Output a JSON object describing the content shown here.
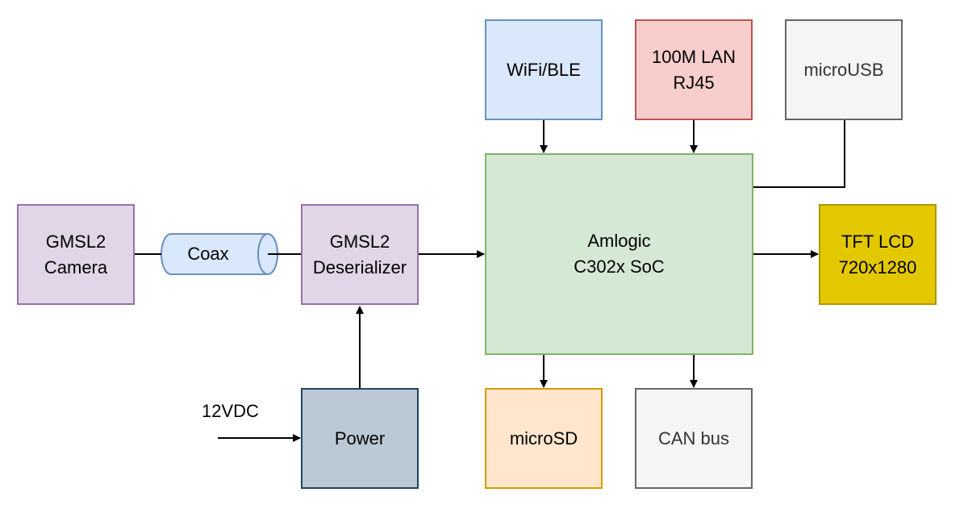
{
  "blocks": {
    "camera": [
      "GMSL2",
      "Camera"
    ],
    "coax": "Coax",
    "deserializer": [
      "GMSL2",
      "Deserializer"
    ],
    "power": "Power",
    "power_input": "12VDC",
    "wifi": "WiFi/BLE",
    "lan": [
      "100M LAN",
      "RJ45"
    ],
    "microusb": "microUSB",
    "soc": [
      "Amlogic",
      "C302x SoC"
    ],
    "lcd": [
      "TFT LCD",
      "720x1280"
    ],
    "microsd": "microSD",
    "canbus": "CAN bus"
  },
  "colors": {
    "purple_fill": "#e1d5e7",
    "purple_border": "#9673a6",
    "blue_fill": "#dae8fc",
    "red_fill": "#f8cecc",
    "grey_fill": "#f5f5f5",
    "green_fill": "#d5e8d4",
    "yellow_fill": "#e3c800",
    "orange_fill": "#ffe6cc",
    "slate_fill": "#bac8d3",
    "connector": "#000000"
  }
}
